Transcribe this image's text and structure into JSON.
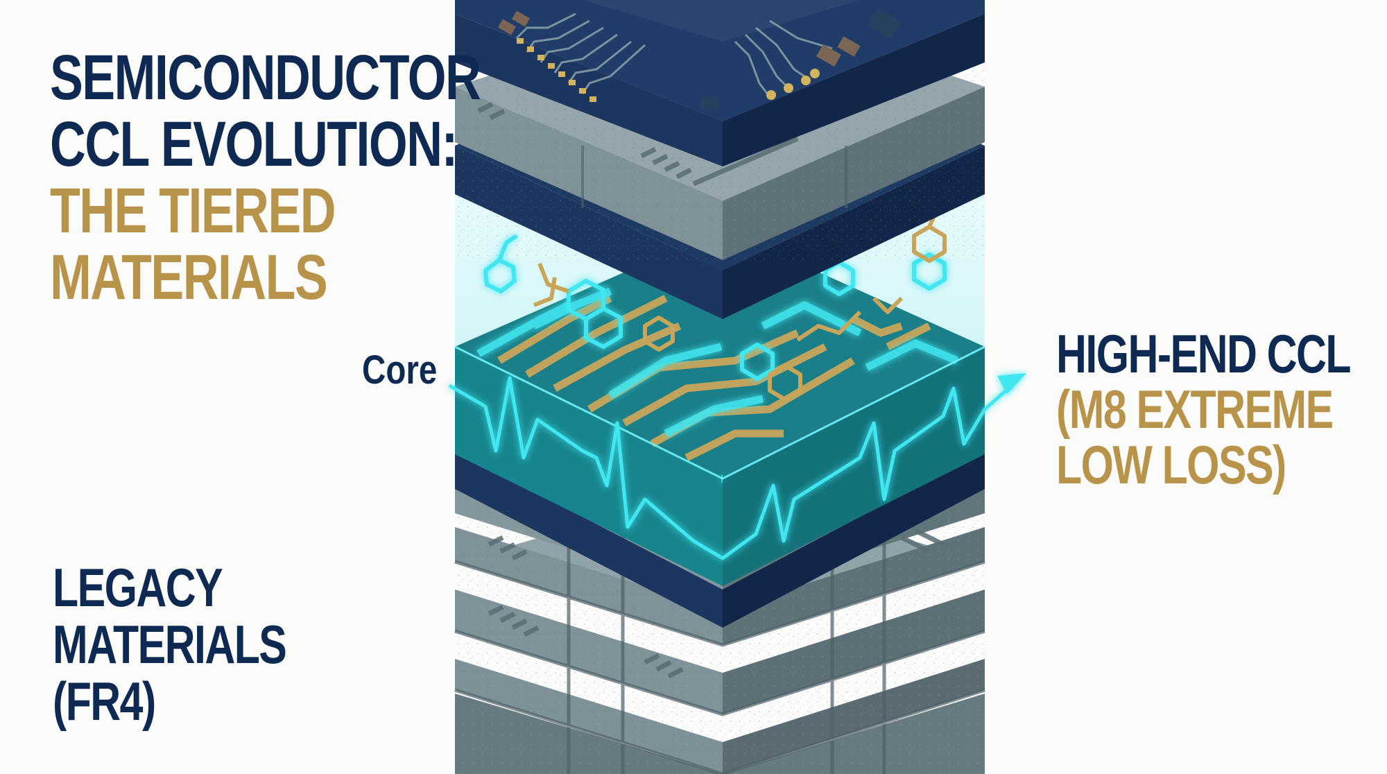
{
  "title": {
    "line1": "SEMICONDUCTOR",
    "line2": "CCL EVOLUTION:",
    "line3": "THE TIERED",
    "line4": "MATERIALS"
  },
  "labels": {
    "core": "Core",
    "high_end": {
      "line1": "HIGH-END CCL",
      "line2": "(M8 EXTREME",
      "line3": "LOW LOSS)"
    },
    "legacy": {
      "line1": "LEGACY",
      "line2": "MATERIALS",
      "line3": "(FR4)"
    }
  },
  "colors": {
    "navy": "#0f2a52",
    "gold": "#b8934a",
    "teal": "#1a8a92",
    "cyan_glow": "#3fe6f0",
    "gray_block": "#7f9298",
    "background": "#fbfbf9"
  },
  "layers": [
    {
      "name": "top-pcb-board",
      "type": "navy board with chip, traces, gold pads, SMD components"
    },
    {
      "name": "upper-fr4-blocks",
      "type": "gray textured blocks"
    },
    {
      "name": "navy-separator-upper",
      "type": "navy board"
    },
    {
      "name": "core-high-end-ccl",
      "type": "teal glowing core with gold/cyan traces, molecular structures, signal waveform"
    },
    {
      "name": "navy-separator-lower",
      "type": "navy board"
    },
    {
      "name": "legacy-fr4-blocks",
      "type": "stacked gray textured blocks"
    }
  ]
}
